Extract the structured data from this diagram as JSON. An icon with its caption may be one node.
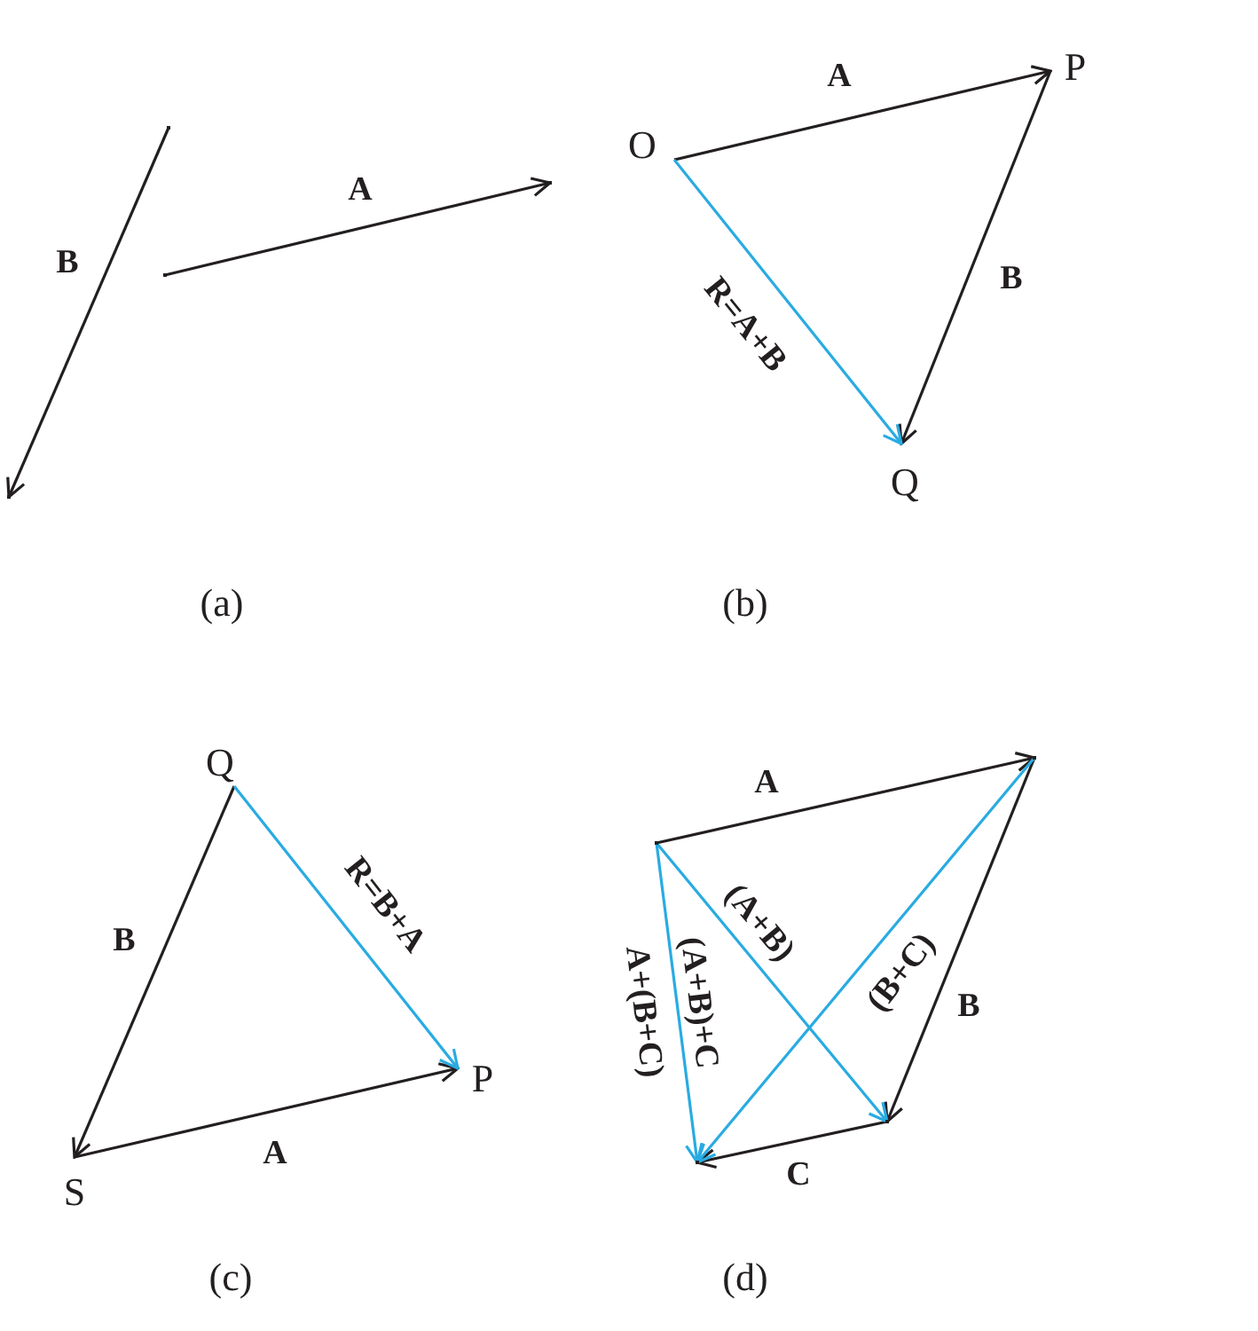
{
  "diagram": {
    "nodes": [
      {
        "text": [
          "O"
        ]
      },
      {
        "text": [
          "P"
        ]
      },
      {
        "text": [
          "Q"
        ]
      },
      {
        "text": [
          "Q"
        ]
      },
      {
        "text": [
          "S"
        ]
      },
      {
        "text": [
          "P"
        ]
      },
      {
        "text": [],
        "shape": "point"
      },
      {
        "text": [],
        "shape": "point"
      },
      {
        "text": [],
        "shape": "point"
      },
      {
        "text": [],
        "shape": "point"
      },
      {
        "text": [],
        "shape": "point"
      },
      {
        "text": [],
        "shape": "point"
      },
      {
        "text": [],
        "shape": "point"
      },
      {
        "text": [],
        "shape": "point"
      }
    ],
    "edges": [
      {
        "from": 10,
        "to": 11,
        "arrow": "to",
        "label": "A"
      },
      {
        "from": 12,
        "to": 13,
        "arrow": "to",
        "label": "B"
      },
      {
        "from": 0,
        "to": 1,
        "arrow": "to",
        "label": "A"
      },
      {
        "from": 1,
        "to": 2,
        "arrow": "to",
        "label": "B"
      },
      {
        "from": 0,
        "to": 2,
        "arrow": "to",
        "label": "R=A+B",
        "color": "#29abe2"
      },
      {
        "from": 3,
        "to": 4,
        "arrow": "to",
        "label": "B"
      },
      {
        "from": 4,
        "to": 5,
        "arrow": "to",
        "label": "A"
      },
      {
        "from": 3,
        "to": 5,
        "arrow": "to",
        "label": "R=B+A",
        "color": "#29abe2"
      },
      {
        "from": 6,
        "to": 7,
        "arrow": "to",
        "label": "A"
      },
      {
        "from": 7,
        "to": 8,
        "arrow": "to",
        "label": "B"
      },
      {
        "from": 8,
        "to": 9,
        "arrow": "to",
        "label": "C"
      },
      {
        "from": 6,
        "to": 8,
        "arrow": "to",
        "label": "(A+B)",
        "color": "#29abe2"
      },
      {
        "from": 7,
        "to": 9,
        "arrow": "to",
        "label": "(B+C)",
        "color": "#29abe2"
      },
      {
        "from": 6,
        "to": 9,
        "arrow": "to",
        "label": "A+(B+C)",
        "color": "#29abe2"
      }
    ],
    "labels": [
      "(a)",
      "(b)",
      "(A+B)+C",
      "(c)",
      "(d)"
    ]
  }
}
